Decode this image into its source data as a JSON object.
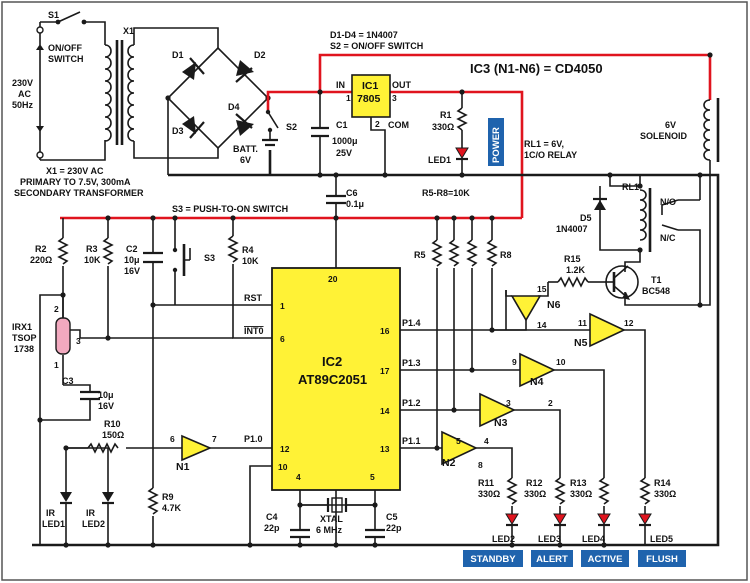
{
  "texts": {
    "s1": "S1",
    "s1b": "ON/OFF",
    "s1c": "SWITCH",
    "ac1": "230V",
    "ac2": "AC",
    "ac3": "50Hz",
    "x1": "X1",
    "x1n1": "X1 = 230V AC",
    "x1n2": "PRIMARY TO 7.5V, 300mA",
    "x1n3": "SECONDARY TRANSFORMER",
    "d1": "D1",
    "d2": "D2",
    "d3": "D3",
    "d4": "D4",
    "dn1": "D1-D4 = 1N4007",
    "dn2": "S2 = ON/OFF SWITCH",
    "ic3": "IC3 (N1-N6) = CD4050",
    "ic1": "IC1",
    "ic1b": "7805",
    "in": "IN",
    "out": "OUT",
    "com": "COM",
    "p1": "1",
    "p2": "2",
    "p3": "3",
    "s2": "S2",
    "batt1": "BATT.",
    "batt2": "6V",
    "c1a": "C1",
    "c1b": "1000μ",
    "c1c": "25V",
    "r1a": "R1",
    "r1b": "330Ω",
    "led1": "LED1",
    "power": "POWER",
    "rl1a": "RL1 = 6V,",
    "rl1b": "1C/O RELAY",
    "sol1": "6V",
    "sol2": "SOLENOID",
    "c6a": "C6",
    "c6b": "0.1μ",
    "r58": "R5-R8=10K",
    "s3n": "S3 = PUSH-TO-ON SWITCH",
    "rl1": "RL1",
    "no": "N/O",
    "nc": "N/C",
    "d5a": "D5",
    "d5b": "1N4007",
    "r15a": "R15",
    "r15b": "1.2K",
    "t1a": "T1",
    "t1b": "BC548",
    "r2a": "R2",
    "r2b": "220Ω",
    "r3a": "R3",
    "r3b": "10K",
    "c2a": "C2",
    "c2b": "10μ",
    "c2c": "16V",
    "s3": "S3",
    "r4a": "R4",
    "r4b": "10K",
    "r5": "R5",
    "r8": "R8",
    "n6": "N6",
    "n6in": "15",
    "n6out": "14",
    "rst": "RST",
    "int0": "INT0",
    "p20": "20",
    "pin1": "1",
    "pin6": "6",
    "ic2a": "IC2",
    "ic2b": "AT89C2051",
    "irx1": "IRX1",
    "tsop": "TSOP",
    "tsopn": "1738",
    "ip2": "2",
    "ip3": "3",
    "ip1": "1",
    "p16": "16",
    "p14": "P1.4",
    "n5": "N5",
    "n5in": "11",
    "n5out": "12",
    "p17": "17",
    "p13": "P1.3",
    "n4": "N4",
    "n4in": "9",
    "n4out": "10",
    "c3a": "C3",
    "c3b": "10μ",
    "c3c": "16V",
    "p14n": "14",
    "p12": "P1.2",
    "n3": "N3",
    "n3in": "3",
    "n3out": "2",
    "r10a": "R10",
    "r10b": "150Ω",
    "n1": "N1",
    "n1in": "6",
    "n1out": "7",
    "p10": "P1.0",
    "p12n": "12",
    "p13n": "13",
    "p11": "P1.1",
    "n2": "N2",
    "n2in": "5",
    "n2out": "4",
    "n2p8": "8",
    "p10n": "10",
    "p4": "4",
    "p5": "5",
    "r11a": "R11",
    "r11b": "330Ω",
    "r12a": "R12",
    "r12b": "330Ω",
    "r13a": "R13",
    "r13b": "330Ω",
    "r14a": "R14",
    "r14b": "330Ω",
    "r9a": "R9",
    "r9b": "4.7K",
    "ir1a": "IR",
    "ir1b": "LED1",
    "ir2a": "IR",
    "ir2b": "LED2",
    "c4a": "C4",
    "c4b": "22p",
    "xt1": "XTAL",
    "xt2": "6 MHz",
    "c5a": "C5",
    "c5b": "22p",
    "led2": "LED2",
    "led3": "LED3",
    "led4": "LED4",
    "led5": "LED5"
  },
  "tags": {
    "standby": "STANDBY",
    "alert": "ALERT",
    "active": "ACTIVE",
    "flush": "FLUSH"
  },
  "colors": {
    "chip": "#fff236",
    "positive_rail": "#e0141e",
    "tag_bg": "#1f63ad",
    "led": "#e0141e",
    "connector": "#f2a9bf"
  }
}
